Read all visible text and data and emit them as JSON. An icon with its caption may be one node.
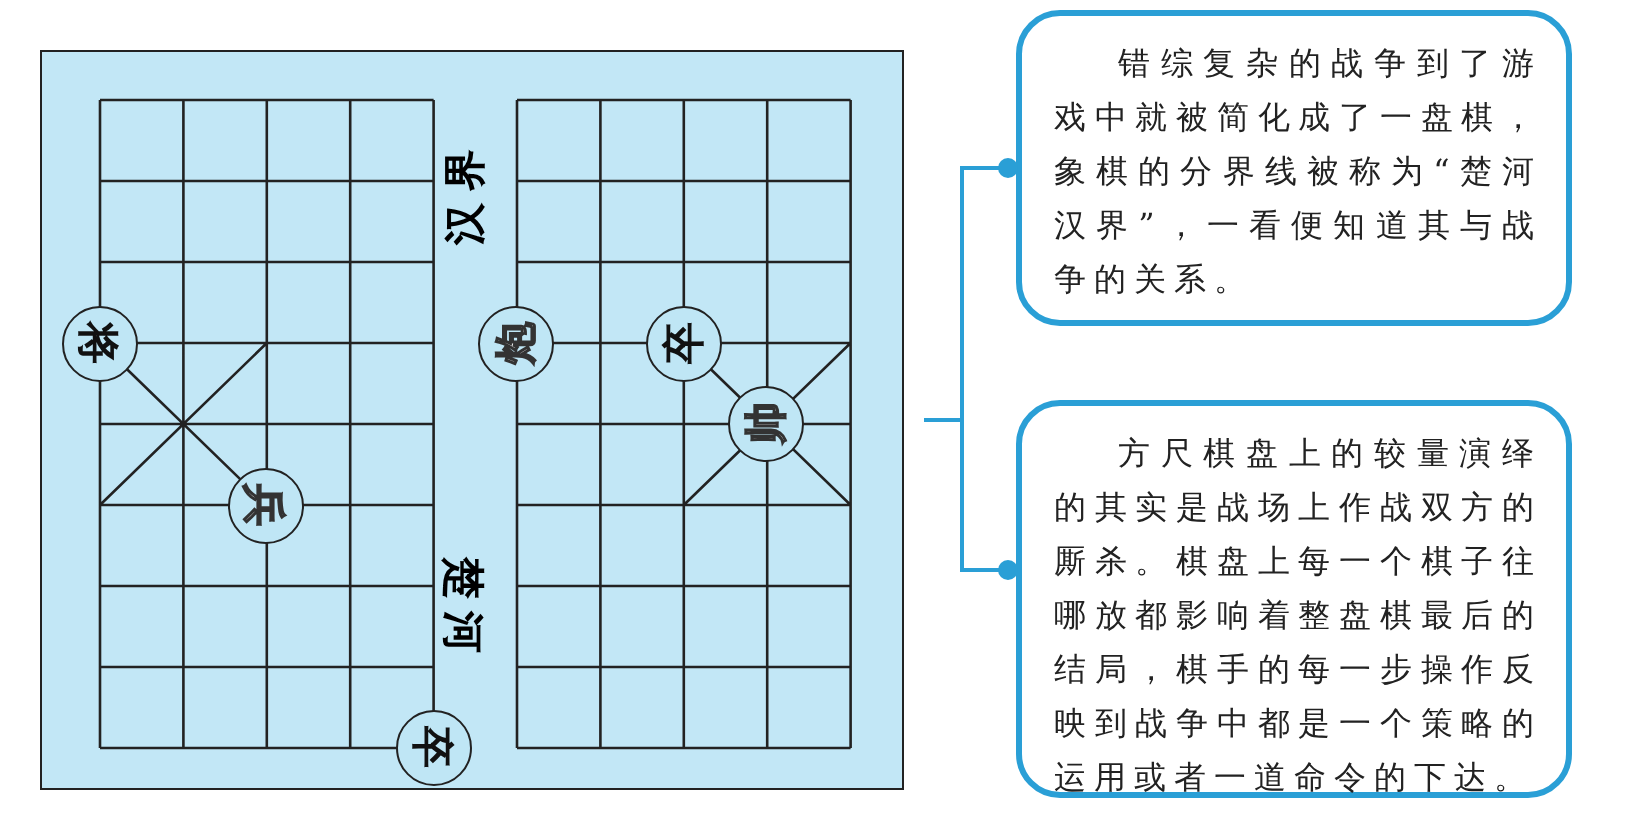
{
  "diagram": {
    "nodes": [
      {
        "text": [],
        "shape": "box"
      },
      {
        "text": [
          "将"
        ],
        "in": 0
      },
      {
        "text": [
          "炮"
        ],
        "in": 0
      },
      {
        "text": [
          "卒"
        ],
        "in": 0
      },
      {
        "text": [
          "帅"
        ],
        "in": 0
      },
      {
        "text": [
          "兵"
        ],
        "in": 0
      },
      {
        "text": [
          "卒"
        ],
        "in": 0
      },
      {
        "text": [
          "错综复杂的战争到了游戏中就被简化成了一盘棋，象棋的分界线被称为“楚河汉界”，一看便知道其与战争的关系。"
        ]
      },
      {
        "text": [
          "方尺棋盘上的较量演绎的其实是战场上作战双方的厮杀。棋盘上每一个棋子往哪放都影响着整盘棋最后的结局，棋手的每一步操作反映到战争中都是一个策略的运用或者一道命令的下达。"
        ]
      }
    ],
    "edges": [
      {
        "from": 0,
        "to": 7,
        "arrow": "other"
      },
      {
        "from": 0,
        "to": 8,
        "arrow": "other"
      }
    ],
    "labels": [
      "汉界",
      "楚河"
    ]
  }
}
